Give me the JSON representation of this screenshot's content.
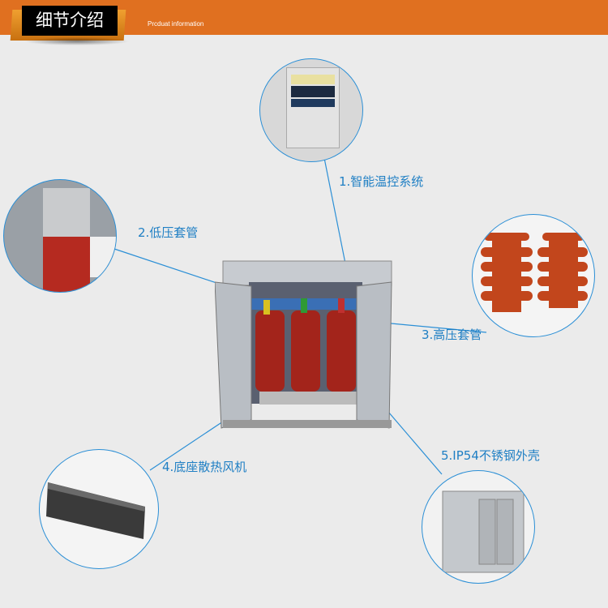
{
  "header": {
    "title": "细节介绍",
    "subtitle": "Prcduat information"
  },
  "details": [
    {
      "label": "1.智能温控系统"
    },
    {
      "label": "2.低压套管"
    },
    {
      "label": "3.高压套管"
    },
    {
      "label": "4.底座散热风机"
    },
    {
      "label": "5.IP54不锈钢外壳"
    }
  ],
  "colors": {
    "banner": "#e07020",
    "accent": "#1f7fc4"
  }
}
